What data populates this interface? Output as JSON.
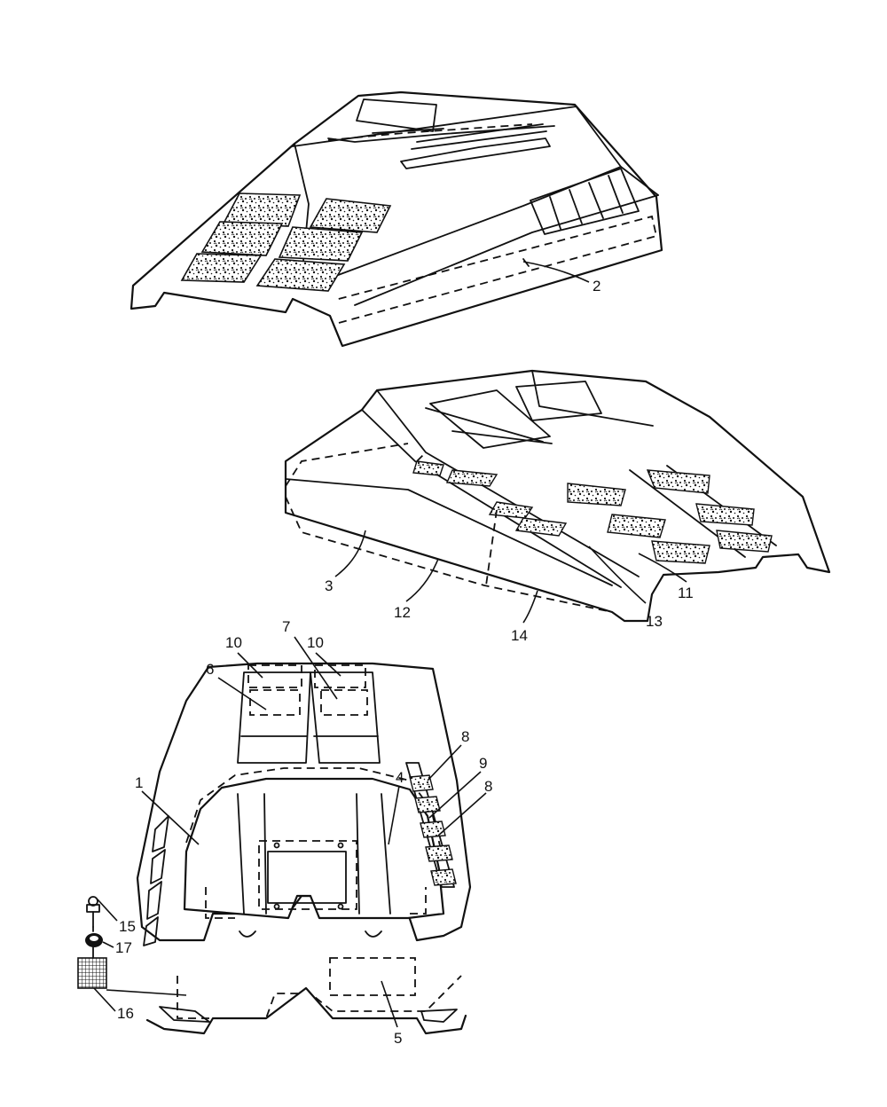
{
  "callouts": [
    {
      "id": "2",
      "text": "2"
    },
    {
      "id": "3",
      "text": "3"
    },
    {
      "id": "12",
      "text": "12"
    },
    {
      "id": "14",
      "text": "14"
    },
    {
      "id": "13",
      "text": "13"
    },
    {
      "id": "11",
      "text": "11"
    },
    {
      "id": "10a",
      "text": "10"
    },
    {
      "id": "7",
      "text": "7"
    },
    {
      "id": "10b",
      "text": "10"
    },
    {
      "id": "6",
      "text": "6"
    },
    {
      "id": "8a",
      "text": "8"
    },
    {
      "id": "9",
      "text": "9"
    },
    {
      "id": "8b",
      "text": "8"
    },
    {
      "id": "1",
      "text": "1"
    },
    {
      "id": "4",
      "text": "4"
    },
    {
      "id": "15",
      "text": "15"
    },
    {
      "id": "17",
      "text": "17"
    },
    {
      "id": "16",
      "text": "16"
    },
    {
      "id": "5",
      "text": "5"
    }
  ],
  "colors": {
    "ink": "#111111",
    "paper": "#ffffff"
  }
}
